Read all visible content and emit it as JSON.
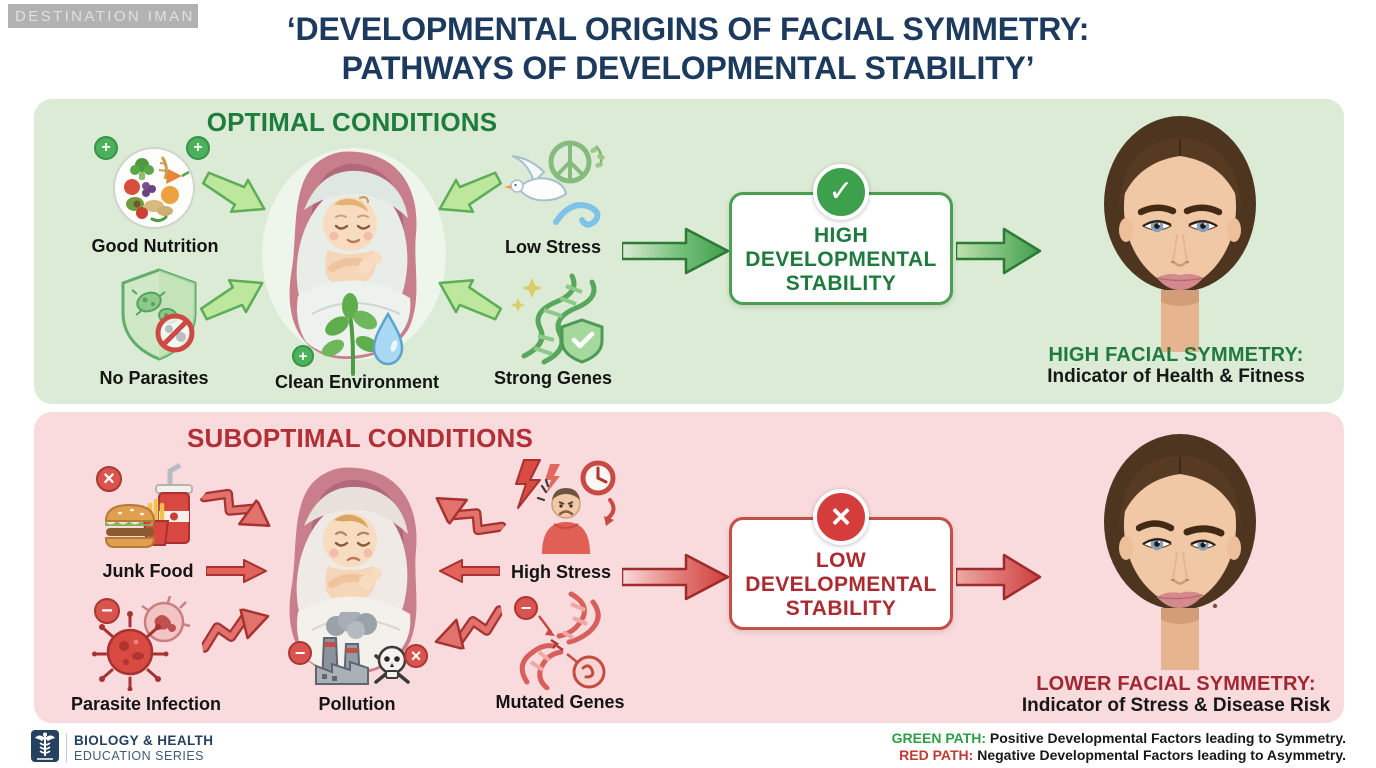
{
  "watermark": "DESTINATION IMAN",
  "title": {
    "line1": "‘DEVELOPMENTAL ORIGINS OF FACIAL SYMMETRY:",
    "line2": "PATHWAYS OF DEVELOPMENTAL STABILITY’"
  },
  "icons": {
    "plus": "+",
    "minus": "−",
    "cross": "×",
    "check": "✓"
  },
  "colors": {
    "title_navy": "#1c3a5e",
    "optimal_bg": "#dcebd5",
    "optimal_green": "#1e7c3c",
    "arrow_green": "#4caf50",
    "suboptimal_bg": "#f9dadd",
    "suboptimal_red": "#b12f35",
    "arrow_red": "#cf4a42"
  },
  "optimal": {
    "header": "OPTIMAL CONDITIONS",
    "factors": [
      {
        "label": "Good Nutrition"
      },
      {
        "label": "No Parasites"
      },
      {
        "label": "Clean Environment"
      },
      {
        "label": "Low Stress"
      },
      {
        "label": "Strong Genes"
      }
    ],
    "box": {
      "line1": "HIGH",
      "line2": "DEVELOPMENTAL",
      "line3": "STABILITY"
    },
    "result": {
      "title": "HIGH FACIAL SYMMETRY:",
      "subtitle": "Indicator of Health & Fitness"
    }
  },
  "suboptimal": {
    "header": "SUBOPTIMAL CONDITIONS",
    "factors": [
      {
        "label": "Junk Food"
      },
      {
        "label": "Parasite Infection"
      },
      {
        "label": "Pollution"
      },
      {
        "label": "High Stress"
      },
      {
        "label": "Mutated Genes"
      }
    ],
    "box": {
      "line1": "LOW",
      "line2": "DEVELOPMENTAL",
      "line3": "STABILITY"
    },
    "result": {
      "title": "LOWER FACIAL SYMMETRY:",
      "subtitle": "Indicator of Stress & Disease Risk"
    }
  },
  "footer": {
    "series_line1": "BIOLOGY & HEALTH",
    "series_line2": "EDUCATION SERIES",
    "legend": [
      {
        "term": "GREEN PATH:",
        "desc": " Positive Developmental Factors leading to Symmetry."
      },
      {
        "term": "RED PATH:",
        "desc": " Negative Developmental Factors leading to Asymmetry."
      }
    ]
  }
}
